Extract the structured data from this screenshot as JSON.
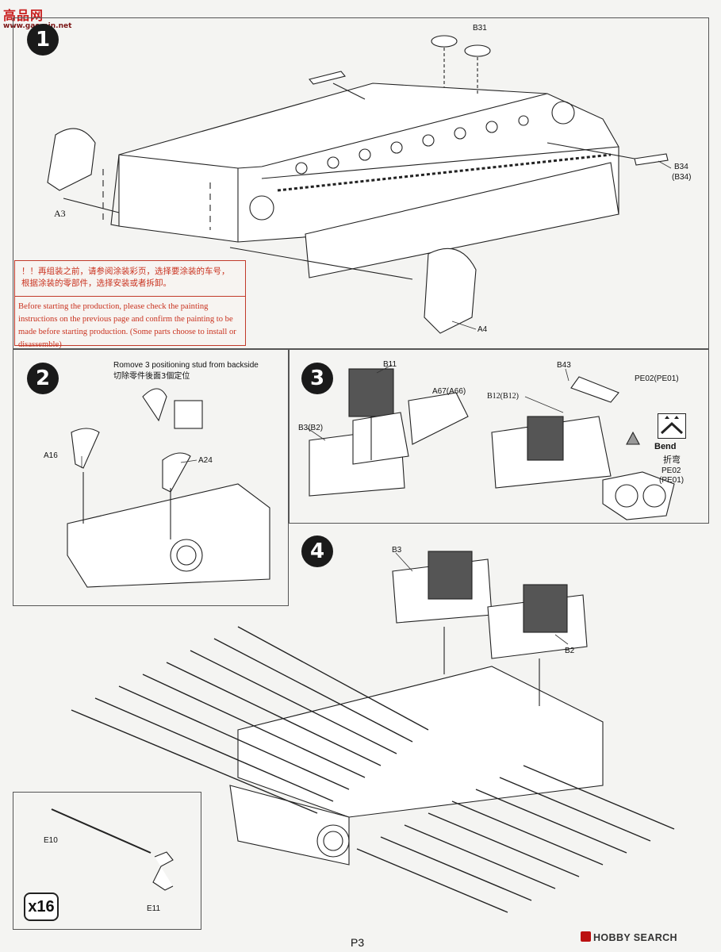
{
  "watermark_top": {
    "cn": "高品网",
    "url": "www.gao-pin.net"
  },
  "steps": [
    "1",
    "2",
    "3",
    "4"
  ],
  "step1": {
    "parts": {
      "b31": "B31",
      "b34": "B34",
      "b34_alt": "(B34)",
      "a3": "A3",
      "a4": "A4"
    },
    "notice_zh": [
      "！！再组装之前，请参阅涂装彩页，选择要涂装的车号，",
      "根据涂装的零部件，选择安装或者拆卸。"
    ],
    "notice_en": "Before starting the production, please check the painting instructions on the previous page and confirm the painting to be made before starting production. (Some parts choose to install or disassemble)"
  },
  "step2": {
    "instruction_en": "Romove 3 positioning stud from backside",
    "instruction_zh": "切除零件後面3個定位",
    "parts": {
      "a16": "A16",
      "a24": "A24"
    }
  },
  "step3": {
    "parts": {
      "b11": "B11",
      "a67": "A67(A66)",
      "b3b2": "B3(B2)",
      "b43": "B43",
      "b12": "B12(B12)",
      "pe02a": "PE02(PE01)",
      "pe02b": "PE02",
      "pe01b": "(PE01)"
    },
    "bend_label": "Bend",
    "bend_zh": "折弯"
  },
  "step4": {
    "parts": {
      "b3": "B3",
      "b2": "B2",
      "e10": "E10",
      "e11": "E11"
    },
    "qty": "x16"
  },
  "page_number": "P3",
  "watermark_bottom": "HOBBY SEARCH"
}
